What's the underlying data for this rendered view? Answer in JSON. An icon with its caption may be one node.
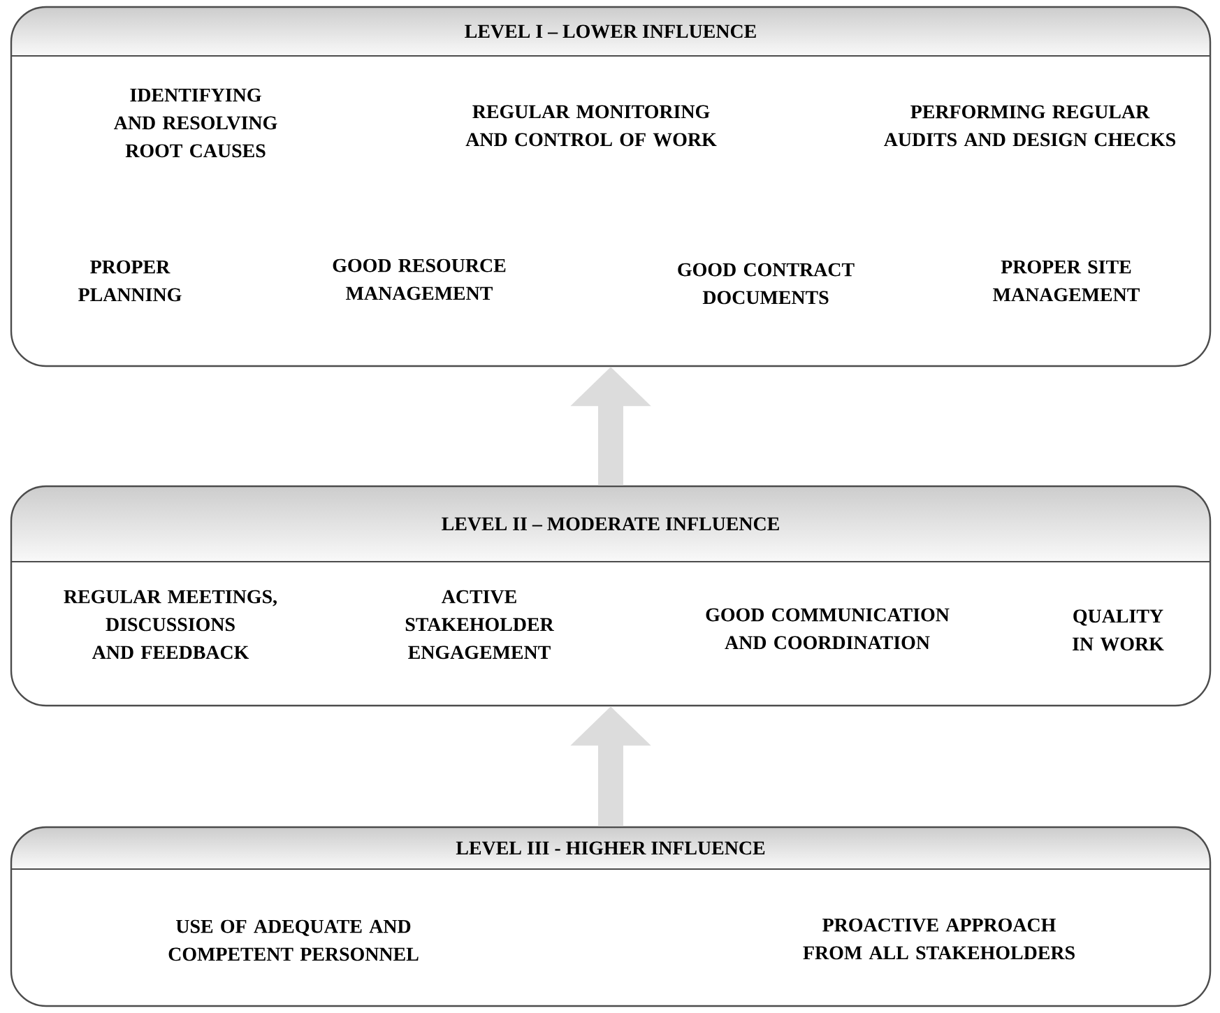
{
  "diagram": {
    "nodes": [
      {
        "text": [
          "LEVEL I – LOWER INFLUENCE",
          "IDENTIFYING AND RESOLVING ROOT CAUSES",
          "REGULAR MONITORING AND CONTROL OF WORK",
          "PERFORMING REGULAR AUDITS AND DESIGN CHECKS",
          "PROPER PLANNING",
          "GOOD RESOURCE MANAGEMENT",
          "GOOD CONTRACT DOCUMENTS",
          "PROPER SITE MANAGEMENT"
        ]
      },
      {
        "text": [
          "LEVEL II – MODERATE INFLUENCE",
          "REGULAR MEETINGS, DISCUSSIONS AND FEEDBACK",
          "ACTIVE STAKEHOLDER ENGAGEMENT",
          "GOOD COMMUNICATION AND COORDINATION",
          "QUALITY IN WORK"
        ]
      },
      {
        "text": [
          "LEVEL III - HIGHER INFLUENCE",
          "USE OF ADEQUATE AND COMPETENT PERSONNEL",
          "PROACTIVE APPROACH FROM ALL STAKEHOLDERS"
        ]
      }
    ],
    "edges": [
      {
        "from": 2,
        "to": 1,
        "arrow": "to"
      },
      {
        "from": 1,
        "to": 0,
        "arrow": "to"
      }
    ]
  }
}
